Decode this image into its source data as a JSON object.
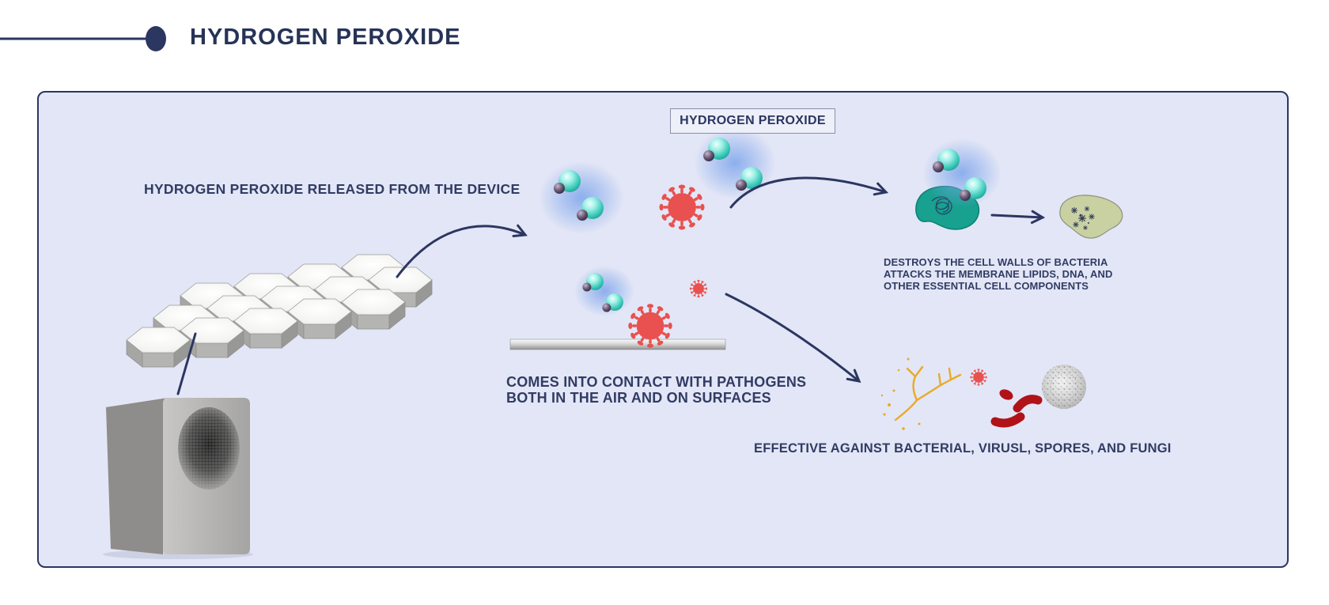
{
  "header": {
    "title": "HYDROGEN PEROXIDE"
  },
  "panel": {
    "label": "HYDROGEN PEROXIDE",
    "captions": {
      "released": "HYDROGEN PEROXIDE RELEASED FROM THE DEVICE",
      "contact_line1": "COMES INTO CONTACT WITH PATHOGENS",
      "contact_line2": "BOTH IN THE AIR AND ON SURFACES",
      "destroys_line1": "DESTROYS THE CELL WALLS OF BACTERIA",
      "destroys_line2": "ATTACKS THE MEMBRANE LIPIDS, DNA, AND",
      "destroys_line3": "OTHER ESSENTIAL CELL COMPONENTS",
      "effective": "EFFECTIVE AGAINST BACTERIAL, VIRUSL, SPORES, AND FUNGI"
    }
  },
  "icons": {
    "header_bullet": "filled-oval-dot",
    "device": "gray-box-with-speaker-grille",
    "honeycomb": "hexagonal-prism-grid",
    "h2o2_molecule": "teal-sphere-pair-with-purple-hydrogen",
    "virus": "red-spiked-sphere",
    "bacteria_cell": "teal-blob-with-dna-squiggle",
    "damaged_cell": "olive-blob-with-dark-burst",
    "fungus": "yellow-branching-hyphae",
    "bacteria_rods": "dark-red-capsules",
    "spore": "gray-speckled-sphere",
    "surface": "metallic-gray-bar"
  },
  "colors": {
    "navy": "#2b3661",
    "text": "#313c64",
    "panel_bg": "#e3e6f6",
    "panel_border": "#2b3661",
    "label_box_bg": "#edeff9",
    "label_box_border": "#8b90a9",
    "molecule_teal": "#3cc8b8",
    "hydrogen_purple": "#4a3b52",
    "glow_blue": "#7da5eb",
    "virus_red": "#e8514f",
    "bacteria_green": "#17a18e",
    "damaged_cell_olive": "#c9d0a2",
    "fungus_yellow": "#e8ab28",
    "rod_red": "#b01218",
    "honeycomb_gray": "#b4b4b2",
    "device_gray": "#a9a8a6"
  }
}
